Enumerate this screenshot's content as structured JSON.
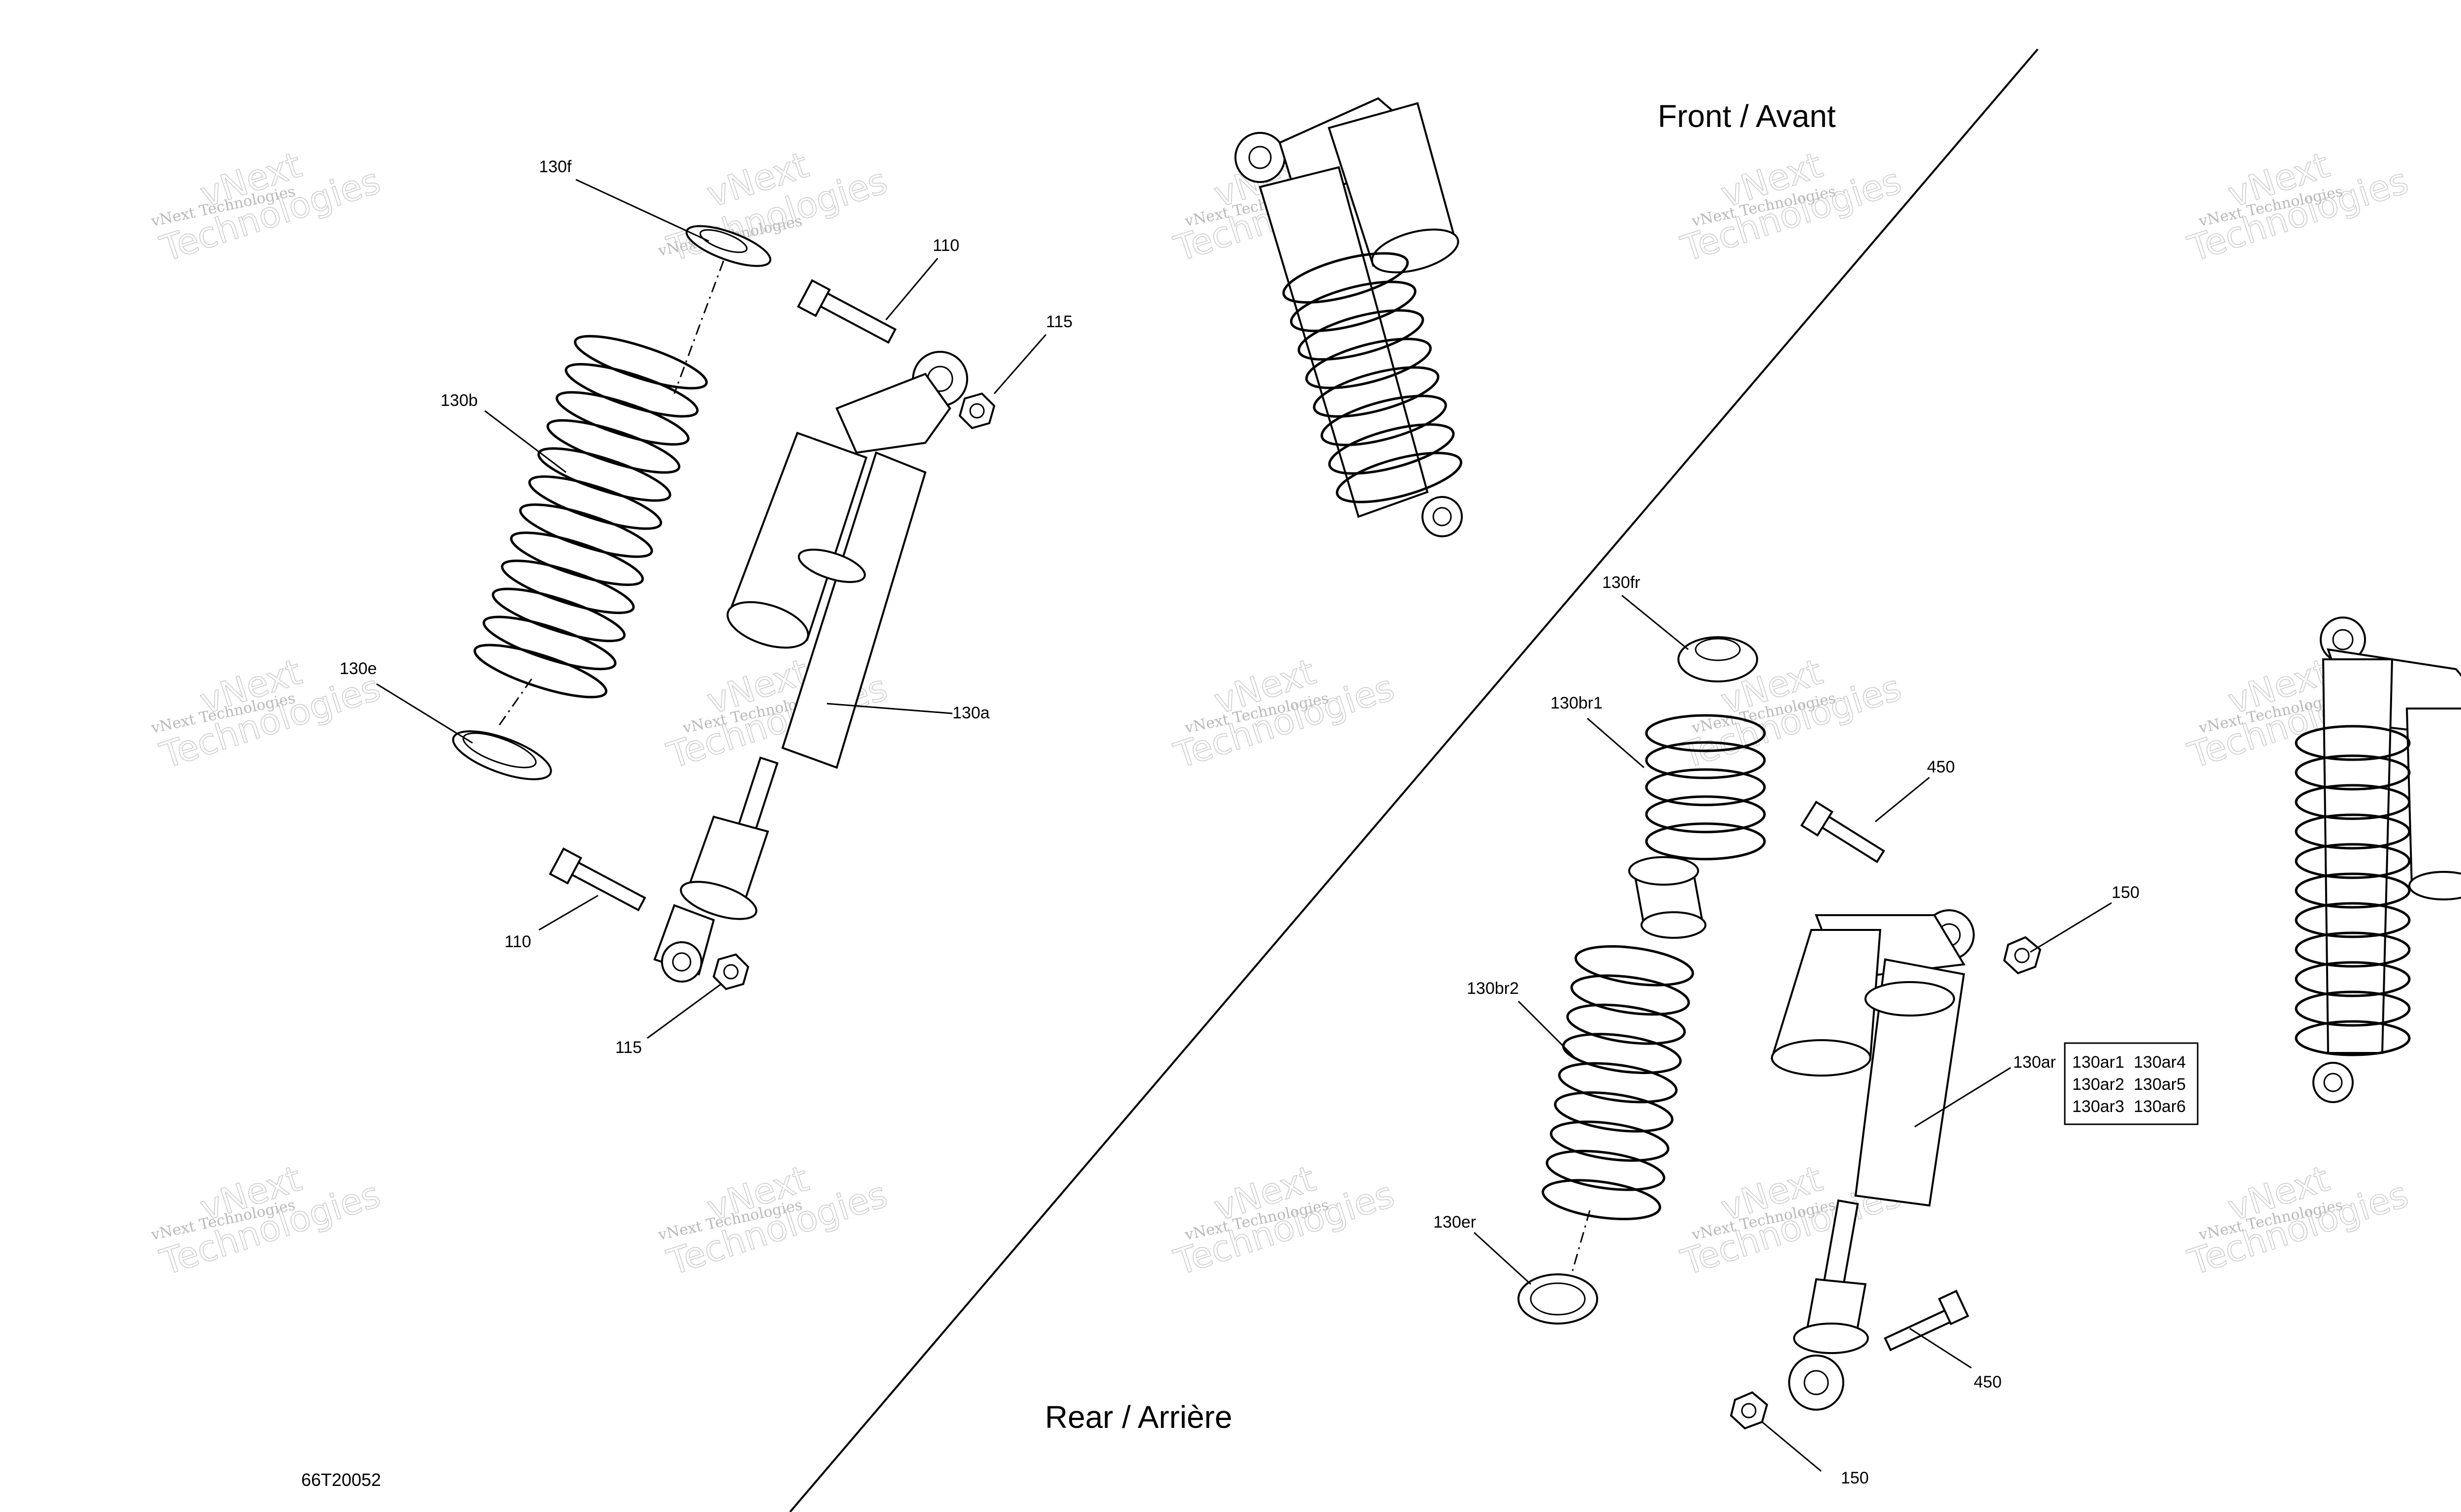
{
  "section_labels": {
    "front": "Front / Avant",
    "rear": "Rear / Arrière"
  },
  "drawing_reference": "66T20052",
  "watermark": {
    "line1": "vNext Technologies",
    "line2": "vNext",
    "line3": "Technologies"
  },
  "callouts_front": {
    "c130f": "130f",
    "c110_top": "110",
    "c115_top": "115",
    "c130b": "130b",
    "c130e": "130e",
    "c130a": "130a",
    "c110_bottom": "110",
    "c115_bottom": "115"
  },
  "callouts_rear": {
    "c130fr": "130fr",
    "c130br1": "130br1",
    "c450_top": "450",
    "c150_top": "150",
    "c130br2": "130br2",
    "c130ar": "130ar",
    "c130er": "130er",
    "c450_bottom": "450",
    "c150_bottom": "150"
  },
  "variants_box": {
    "row1_left": "130ar1",
    "row1_right": "130ar4",
    "row2_left": "130ar2",
    "row2_right": "130ar5",
    "row3_left": "130ar3",
    "row3_right": "130ar6"
  }
}
